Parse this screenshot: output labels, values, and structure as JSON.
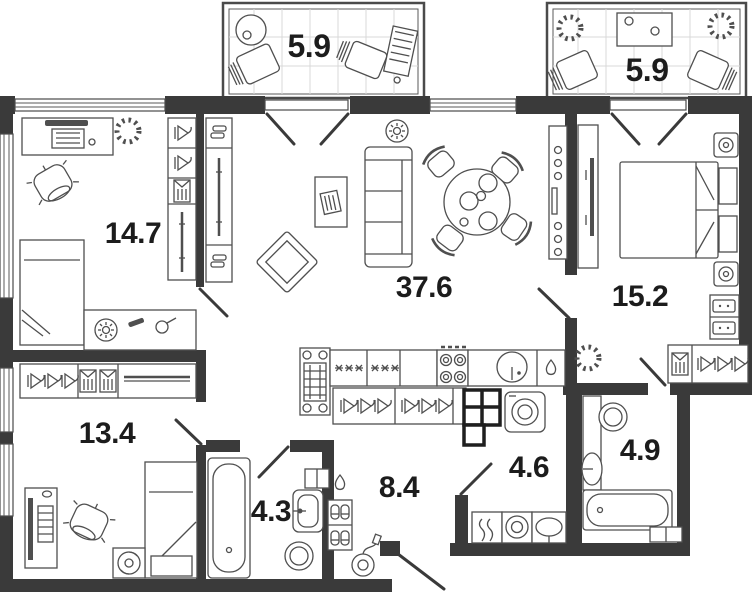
{
  "plan": {
    "type": "apartment-floor-plan",
    "units": "square-meters",
    "colors": {
      "wall": "#3a3a3a",
      "line": "#4f4f4f",
      "tile": "#d8d8d8",
      "text": "#1c1c1c",
      "bg": "#ffffff"
    },
    "total_rooms": 10,
    "rooms": [
      {
        "id": "balcony-left",
        "label": "5.9",
        "kind": "balcony",
        "furniture": [
          "round-table",
          "two-lounge-chairs",
          "storage-box",
          "tile-floor"
        ]
      },
      {
        "id": "balcony-right",
        "label": "5.9",
        "kind": "balcony",
        "furniture": [
          "table",
          "two-lounge-chairs",
          "two-plants",
          "tile-floor"
        ]
      },
      {
        "id": "study-bedroom",
        "label": "14.7",
        "kind": "room",
        "furniture": [
          "desk-with-computer",
          "office-chair",
          "plant",
          "single-bed",
          "wardrobe-columns",
          "dresser",
          "ceiling-spot"
        ]
      },
      {
        "id": "living-kitchen",
        "label": "37.6",
        "kind": "living-kitchen",
        "furniture": [
          "sofa",
          "armchair",
          "tv-cabinet",
          "dining-table-four-chairs",
          "ceiling-light",
          "shelf-column",
          "pantry-cabinet",
          "kitchen-counter",
          "stove",
          "kitchen-sink"
        ]
      },
      {
        "id": "master-bedroom",
        "label": "15.2",
        "kind": "bedroom",
        "furniture": [
          "double-bed",
          "two-nightstands",
          "two-sconces",
          "dresser",
          "wardrobe",
          "tv-console",
          "plant"
        ]
      },
      {
        "id": "kids-room",
        "label": "13.4",
        "kind": "room",
        "furniture": [
          "wardrobe-row",
          "single-bed",
          "desk-with-computer",
          "office-chair",
          "nightstand-with-fan"
        ]
      },
      {
        "id": "bathroom",
        "label": "4.3",
        "kind": "bathroom",
        "furniture": [
          "bathtub",
          "washbasin",
          "toilet",
          "cabinet"
        ]
      },
      {
        "id": "hallway",
        "label": "8.4",
        "kind": "hallway",
        "furniture": [
          "coat-rack",
          "shoe-shelf",
          "vacuum-cleaner",
          "entrance-door"
        ]
      },
      {
        "id": "wc-laundry",
        "label": "4.6",
        "kind": "bathroom",
        "furniture": [
          "washing-machine",
          "water-heater",
          "dryer",
          "washbasin",
          "vent-shaft"
        ]
      },
      {
        "id": "ensuite-bath",
        "label": "4.9",
        "kind": "bathroom",
        "furniture": [
          "toilet",
          "washbasin",
          "bathtub",
          "shelf"
        ]
      }
    ]
  }
}
